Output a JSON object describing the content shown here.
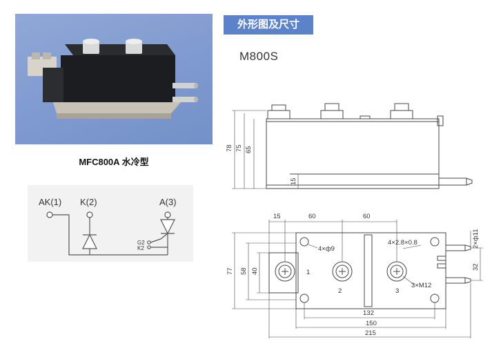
{
  "section_title": "外形图及尺寸",
  "model": "M800S",
  "photo_caption": "MFC800A 水冷型",
  "schematic": {
    "terminal_ak": "AK(1)",
    "terminal_k": "K(2)",
    "terminal_a": "A(3)",
    "gate_g2": "G2",
    "gate_k2": "K2"
  },
  "side_view": {
    "dim_78": "78",
    "dim_75": "75",
    "dim_65": "65",
    "dim_15": "15"
  },
  "top_view": {
    "dim_15": "15",
    "dim_60a": "60",
    "dim_60b": "60",
    "dim_77": "77",
    "dim_58": "58",
    "dim_40": "40",
    "dim_132": "132",
    "dim_150": "150",
    "dim_215": "215",
    "dim_32": "32",
    "dim_2x11": "2×ф11",
    "hole_note": "4×ф9",
    "tab_note": "4×2.8×0.8",
    "screw_note": "3×M12",
    "term_1": "1",
    "term_2": "2",
    "term_3": "3"
  }
}
